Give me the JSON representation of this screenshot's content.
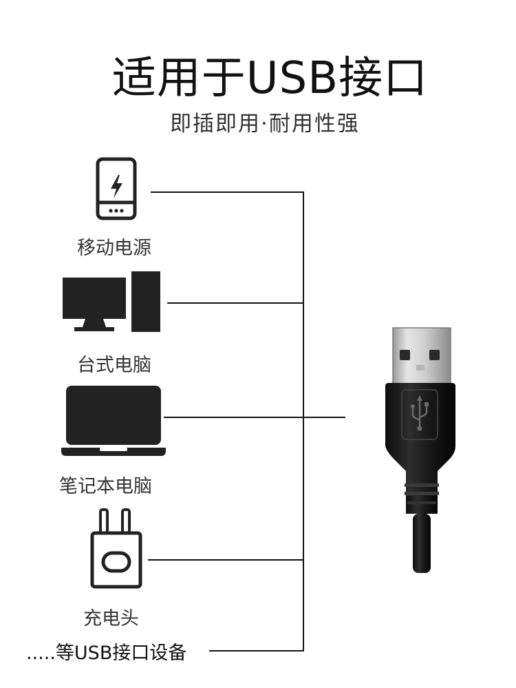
{
  "header": {
    "title": "适用于USB接口",
    "subtitle": "即插即用·耐用性强"
  },
  "devices": [
    {
      "label": "移动电源",
      "icon": "power-bank-icon"
    },
    {
      "label": "台式电脑",
      "icon": "desktop-computer-icon"
    },
    {
      "label": "笔记本电脑",
      "icon": "laptop-icon"
    },
    {
      "label": "充电头",
      "icon": "charger-plug-icon"
    }
  ],
  "footer": {
    "label": ".....等USB接口设备"
  },
  "colors": {
    "line": "#111111",
    "icon": "#222222",
    "background": "#ffffff"
  }
}
